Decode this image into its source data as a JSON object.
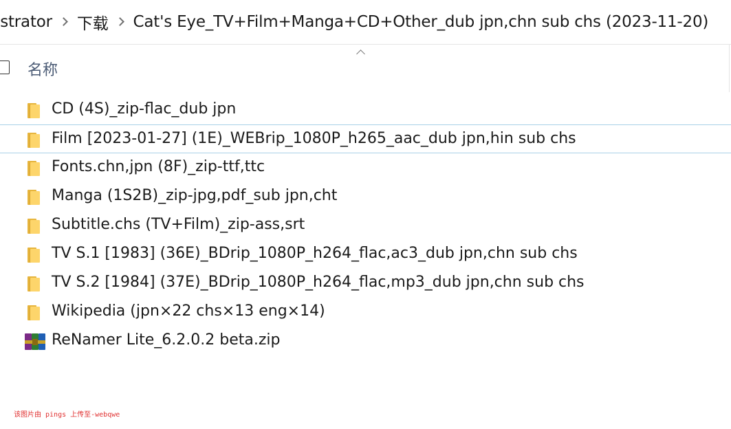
{
  "breadcrumb": {
    "items": [
      "istrator",
      "下载",
      "Cat's Eye_TV+Film+Manga+CD+Other_dub jpn,chn sub chs (2023-11-20)"
    ]
  },
  "header": {
    "name_column": "名称"
  },
  "files": [
    {
      "name": "CD (4S)_zip-flac_dub jpn",
      "type": "folder"
    },
    {
      "name": "Film [2023-01-27] (1E)_WEBrip_1080P_h265_aac_dub jpn,hin sub chs",
      "type": "folder"
    },
    {
      "name": "Fonts.chn,jpn (8F)_zip-ttf,ttc",
      "type": "folder"
    },
    {
      "name": "Manga (1S2B)_zip-jpg,pdf_sub jpn,cht",
      "type": "folder"
    },
    {
      "name": "Subtitle.chs (TV+Film)_zip-ass,srt",
      "type": "folder"
    },
    {
      "name": "TV S.1 [1983] (36E)_BDrip_1080P_h264_flac,ac3_dub jpn,chn sub chs",
      "type": "folder"
    },
    {
      "name": "TV S.2 [1984] (37E)_BDrip_1080P_h264_flac,mp3_dub jpn,chn sub chs",
      "type": "folder"
    },
    {
      "name": "Wikipedia (jpn×22 chs×13 eng×14)",
      "type": "folder"
    },
    {
      "name": "ReNamer Lite_6.2.0.2 beta.zip",
      "type": "archive"
    }
  ],
  "watermark": "该图片由 pings 上传至-webqwe",
  "colors": {
    "folder": "#fdd56b",
    "hover_border": "#a8d0e6",
    "header_text": "#4a5a74",
    "watermark": "#e03030"
  }
}
